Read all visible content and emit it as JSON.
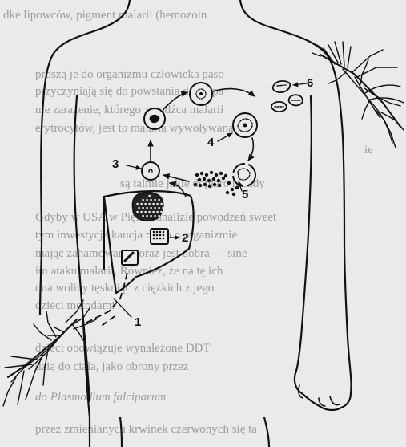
{
  "background_text_lines": [
    "dke lipowców, pigment malarii (hemozoin",
    "proszą je do organizmu człowieka paso",
    "przyczyniają się do powstania do wypa",
    "nie zarażenie, którego zarodźca malarii",
    "erytrocytów, jest to malaria wywoływana",
    "ie",
    "są talmie jakie dopiero narady",
    "Gdyby w USA w Piękna analizie powodzeń sweet",
    "tym inwestycja kaucja na co o organizmie",
    "mając zahamowania, oraz jest dobra — sine",
    "im ataku malarii. Również, że na tę ich",
    "ona wolicy tęskniąc z ciężkich z jego",
    "dzieci metodami",
    "dzieci obowiązuje wynależone DDT",
    "dzią do ciała, jako obrony przez",
    "do Plasmodium falciparum",
    "przez zmienianych krwinek czerwonych się ta"
  ],
  "labels": {
    "n1": "1",
    "n2": "2",
    "n3": "3",
    "n4": "4",
    "n5": "5",
    "n6": "6"
  },
  "colors": {
    "ink": "#111111",
    "paper": "#e9eaec",
    "bleed_text": "#9a9ca0"
  }
}
